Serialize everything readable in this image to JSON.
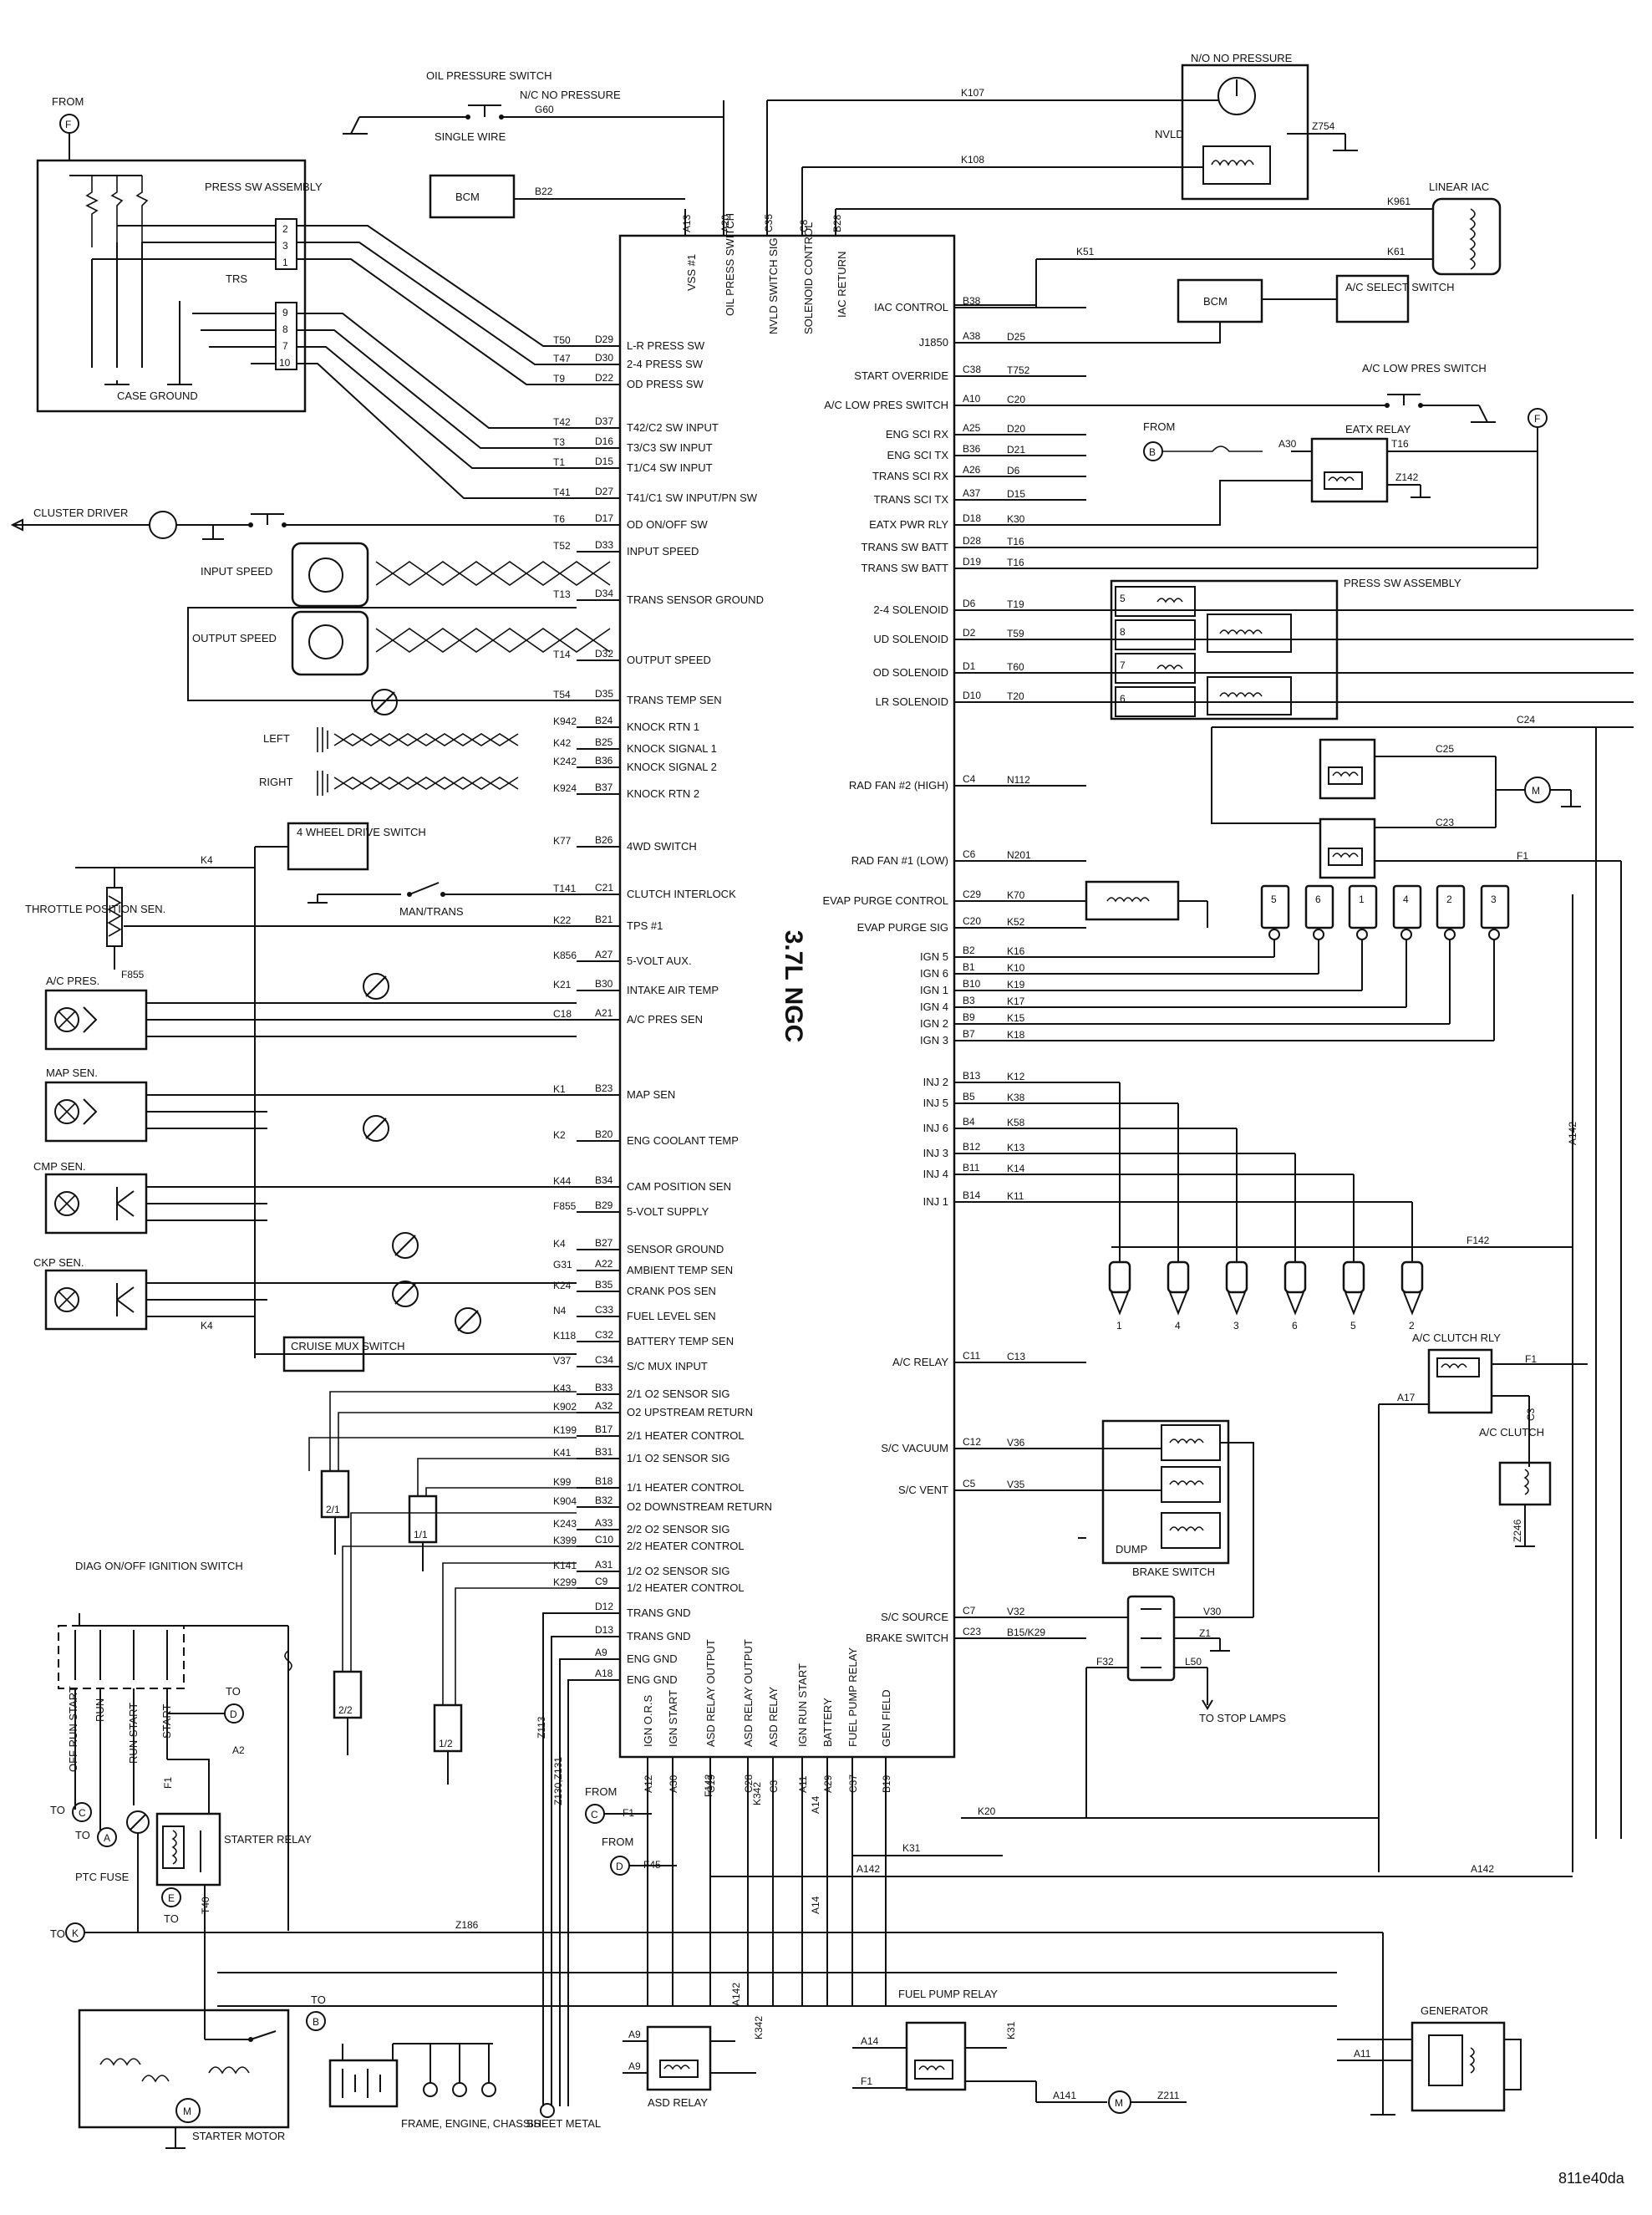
{
  "diagram": {
    "figure_ref": "811e40da",
    "module": "3.7L NGC",
    "top_components": {
      "from_f": "FROM",
      "oil_pressure_switch": "OIL PRESSURE SWITCH",
      "oil_nc_note": "N/C NO PRESSURE",
      "single_wire": "SINGLE WIRE",
      "oil_wire": "G60",
      "bcm": "BCM",
      "bcm_wire": "B22",
      "nvld_title": "N/O NO PRESSURE",
      "nvld": "NVLD",
      "nvld_wire1": "K107",
      "nvld_wire2": "K108",
      "z754": "Z754",
      "linear_iac": "LINEAR IAC",
      "k961": "K961",
      "k61": "K61"
    },
    "top_pins": [
      {
        "pin": "A13",
        "label": "VSS #1"
      },
      {
        "pin": "A20",
        "label": "OIL PRESS SWITCH"
      },
      {
        "pin": "C35",
        "label": "NVLD SWITCH SIG"
      },
      {
        "pin": "C8",
        "label": "SOLENOID CONTROL"
      },
      {
        "pin": "B28",
        "label": "IAC RETURN"
      }
    ],
    "left_box": {
      "press_sw_assembly": "PRESS SW ASSEMBLY",
      "trs": "TRS",
      "case_ground": "CASE GROUND",
      "press_pins": [
        "2",
        "3",
        "1"
      ],
      "trs_pins": [
        "9",
        "8",
        "7",
        "10"
      ]
    },
    "left_pins": [
      {
        "wire": "T50",
        "pin": "D29",
        "label": "L-R PRESS SW"
      },
      {
        "wire": "T47",
        "pin": "D30",
        "label": "2-4 PRESS SW"
      },
      {
        "wire": "T9",
        "pin": "D22",
        "label": "OD PRESS SW"
      },
      {
        "wire": "T42",
        "pin": "D37",
        "label": "T42/C2 SW INPUT"
      },
      {
        "wire": "T3",
        "pin": "D16",
        "label": "T3/C3 SW INPUT"
      },
      {
        "wire": "T1",
        "pin": "D15",
        "label": "T1/C4 SW INPUT"
      },
      {
        "wire": "T41",
        "pin": "D27",
        "label": "T41/C1 SW INPUT/PN SW"
      },
      {
        "wire": "T6",
        "pin": "D17",
        "label": "OD ON/OFF SW"
      },
      {
        "wire": "T52",
        "pin": "D33",
        "label": "INPUT SPEED"
      },
      {
        "wire": "T13",
        "pin": "D34",
        "label": "TRANS SENSOR GROUND"
      },
      {
        "wire": "T14",
        "pin": "D32",
        "label": "OUTPUT SPEED"
      },
      {
        "wire": "T54",
        "pin": "D35",
        "label": "TRANS TEMP SEN"
      },
      {
        "wire": "K942",
        "pin": "B24",
        "label": "KNOCK RTN 1"
      },
      {
        "wire": "K42",
        "pin": "B25",
        "label": "KNOCK SIGNAL 1"
      },
      {
        "wire": "K242",
        "pin": "B36",
        "label": "KNOCK SIGNAL 2"
      },
      {
        "wire": "K924",
        "pin": "B37",
        "label": "KNOCK RTN 2"
      },
      {
        "wire": "K77",
        "pin": "B26",
        "label": "4WD SWITCH"
      },
      {
        "wire": "T141",
        "pin": "C21",
        "label": "CLUTCH INTERLOCK"
      },
      {
        "wire": "K22",
        "pin": "B21",
        "label": "TPS #1"
      },
      {
        "wire": "K856",
        "pin": "A27",
        "label": "5-VOLT AUX."
      },
      {
        "wire": "K21",
        "pin": "B30",
        "label": "INTAKE AIR TEMP"
      },
      {
        "wire": "C18",
        "pin": "A21",
        "label": "A/C PRES SEN"
      },
      {
        "wire": "K1",
        "pin": "B23",
        "label": "MAP SEN"
      },
      {
        "wire": "K2",
        "pin": "B20",
        "label": "ENG COOLANT TEMP"
      },
      {
        "wire": "K44",
        "pin": "B34",
        "label": "CAM POSITION SEN"
      },
      {
        "wire": "F855",
        "pin": "B29",
        "label": "5-VOLT SUPPLY"
      },
      {
        "wire": "K4",
        "pin": "B27",
        "label": "SENSOR GROUND"
      },
      {
        "wire": "G31",
        "pin": "A22",
        "label": "AMBIENT TEMP SEN"
      },
      {
        "wire": "K24",
        "pin": "B35",
        "label": "CRANK POS SEN"
      },
      {
        "wire": "N4",
        "pin": "C33",
        "label": "FUEL LEVEL SEN"
      },
      {
        "wire": "K118",
        "pin": "C32",
        "label": "BATTERY TEMP SEN"
      },
      {
        "wire": "V37",
        "pin": "C34",
        "label": "S/C MUX INPUT"
      },
      {
        "wire": "K43",
        "pin": "B33",
        "label": "2/1 O2 SENSOR SIG"
      },
      {
        "wire": "K902",
        "pin": "A32",
        "label": "O2 UPSTREAM RETURN"
      },
      {
        "wire": "K199",
        "pin": "B17",
        "label": "2/1 HEATER CONTROL"
      },
      {
        "wire": "K41",
        "pin": "B31",
        "label": "1/1 O2 SENSOR SIG"
      },
      {
        "wire": "K99",
        "pin": "B18",
        "label": "1/1 HEATER CONTROL"
      },
      {
        "wire": "K904",
        "pin": "B32",
        "label": "O2 DOWNSTREAM RETURN"
      },
      {
        "wire": "K243",
        "pin": "A33",
        "label": "2/2 O2 SENSOR SIG"
      },
      {
        "wire": "K399",
        "pin": "C10",
        "label": "2/2 HEATER CONTROL"
      },
      {
        "wire": "K141",
        "pin": "A31",
        "label": "1/2 O2 SENSOR SIG"
      },
      {
        "wire": "K299",
        "pin": "C9",
        "label": "1/2 HEATER CONTROL"
      },
      {
        "wire": "",
        "pin": "D12",
        "label": "TRANS GND"
      },
      {
        "wire": "",
        "pin": "D13",
        "label": "TRANS GND"
      },
      {
        "wire": "",
        "pin": "A9",
        "label": "ENG GND"
      },
      {
        "wire": "",
        "pin": "A18",
        "label": "ENG GND"
      }
    ],
    "right_pins": [
      {
        "label": "IAC CONTROL",
        "pin": "B38",
        "wire": ""
      },
      {
        "label": "J1850",
        "pin": "A38",
        "wire": "D25"
      },
      {
        "label": "START OVERRIDE",
        "pin": "C38",
        "wire": "T752"
      },
      {
        "label": "A/C LOW PRES SWITCH",
        "pin": "A10",
        "wire": "C20"
      },
      {
        "label": "ENG SCI RX",
        "pin": "A25",
        "wire": "D20"
      },
      {
        "label": "ENG SCI TX",
        "pin": "B36",
        "wire": "D21"
      },
      {
        "label": "TRANS SCI RX",
        "pin": "A26",
        "wire": "D6"
      },
      {
        "label": "TRANS SCI TX",
        "pin": "A37",
        "wire": "D15"
      },
      {
        "label": "EATX PWR RLY",
        "pin": "D18",
        "wire": "K30"
      },
      {
        "label": "TRANS SW BATT",
        "pin": "D28",
        "wire": "T16"
      },
      {
        "label": "TRANS SW BATT",
        "pin": "D19",
        "wire": "T16"
      },
      {
        "label": "2-4 SOLENOID",
        "pin": "D6",
        "wire": "T19"
      },
      {
        "label": "UD SOLENOID",
        "pin": "D2",
        "wire": "T59"
      },
      {
        "label": "OD SOLENOID",
        "pin": "D1",
        "wire": "T60"
      },
      {
        "label": "LR SOLENOID",
        "pin": "D10",
        "wire": "T20"
      },
      {
        "label": "RAD FAN #2 (HIGH)",
        "pin": "C4",
        "wire": "N112"
      },
      {
        "label": "RAD FAN #1 (LOW)",
        "pin": "C6",
        "wire": "N201"
      },
      {
        "label": "EVAP PURGE CONTROL",
        "pin": "C29",
        "wire": "K70"
      },
      {
        "label": "EVAP PURGE SIG",
        "pin": "C20",
        "wire": "K52"
      },
      {
        "label": "IGN 5",
        "pin": "B2",
        "wire": "K16"
      },
      {
        "label": "IGN 6",
        "pin": "B1",
        "wire": "K10"
      },
      {
        "label": "IGN 1",
        "pin": "B10",
        "wire": "K19"
      },
      {
        "label": "IGN 4",
        "pin": "B3",
        "wire": "K17"
      },
      {
        "label": "IGN 2",
        "pin": "B9",
        "wire": "K15"
      },
      {
        "label": "IGN 3",
        "pin": "B7",
        "wire": "K18"
      },
      {
        "label": "INJ 2",
        "pin": "B13",
        "wire": "K12"
      },
      {
        "label": "INJ 5",
        "pin": "B5",
        "wire": "K38"
      },
      {
        "label": "INJ 6",
        "pin": "B4",
        "wire": "K58"
      },
      {
        "label": "INJ 3",
        "pin": "B12",
        "wire": "K13"
      },
      {
        "label": "INJ 4",
        "pin": "B11",
        "wire": "K14"
      },
      {
        "label": "INJ 1",
        "pin": "B14",
        "wire": "K11"
      },
      {
        "label": "A/C RELAY",
        "pin": "C11",
        "wire": "C13"
      },
      {
        "label": "S/C VACUUM",
        "pin": "C12",
        "wire": "V36"
      },
      {
        "label": "S/C VENT",
        "pin": "C5",
        "wire": "V35"
      },
      {
        "label": "S/C SOURCE",
        "pin": "C7",
        "wire": "V32"
      },
      {
        "label": "BRAKE SWITCH",
        "pin": "C23",
        "wire": "B15/K29"
      }
    ],
    "bottom_pins": [
      {
        "pin": "A12",
        "label": "IGN O.R.S"
      },
      {
        "pin": "A30",
        "label": "IGN START"
      },
      {
        "pin": "C19",
        "label": "ASD RELAY OUTPUT"
      },
      {
        "pin": "C28",
        "label": "ASD RELAY OUTPUT"
      },
      {
        "pin": "C3",
        "label": "ASD RELAY"
      },
      {
        "pin": "A11",
        "label": "IGN RUN START"
      },
      {
        "pin": "A29",
        "label": "BATTERY"
      },
      {
        "pin": "C37",
        "label": "FUEL PUMP RELAY"
      },
      {
        "pin": "B19",
        "label": "GEN FIELD"
      }
    ],
    "right_components": {
      "bcm": "BCM",
      "ac_select": "A/C SELECT SWITCH",
      "k51": "K51",
      "ac_low_pres": "A/C LOW PRES SWITCH",
      "from": "FROM",
      "eatx_relay": "EATX RELAY",
      "a30": "A30",
      "t16": "T16",
      "z142": "Z142",
      "press_sw_assembly": "PRESS SW ASSEMBLY",
      "sol_nums": [
        "5",
        "8",
        "7",
        "6"
      ],
      "c24": "C24",
      "c25": "C25",
      "c23": "C23",
      "f1": "F1",
      "coil_nums": [
        "5",
        "6",
        "1",
        "4",
        "2",
        "3"
      ],
      "inj_nums": [
        "1",
        "4",
        "3",
        "6",
        "5",
        "2"
      ],
      "a142": "A142",
      "f142": "F142",
      "ac_clutch_rly": "A/C CLUTCH RLY",
      "a17": "A17",
      "c3": "C3",
      "ac_clutch": "A/C CLUTCH",
      "z246": "Z246",
      "dump": "DUMP",
      "brake_switch": "BRAKE SWITCH",
      "v30": "V30",
      "z1": "Z1",
      "f32": "F32",
      "l50": "L50",
      "to_stop": "TO STOP LAMPS"
    },
    "left_components": {
      "cluster_driver": "CLUSTER DRIVER",
      "input_speed": "INPUT SPEED",
      "output_speed": "OUTPUT SPEED",
      "left": "LEFT",
      "right": "RIGHT",
      "four_wd": "4 WHEEL DRIVE SWITCH",
      "k4": "K4",
      "throttle": "THROTTLE POSITION SEN.",
      "man_trans": "MAN/TRANS",
      "f855": "F855",
      "ac_pres": "A/C PRES.",
      "map_sen": "MAP SEN.",
      "cmp_sen": "CMP SEN.",
      "ckp_sen": "CKP SEN.",
      "cruise_mux": "CRUISE MUX SWITCH",
      "o2_21": "2/1",
      "o2_11": "1/1",
      "o2_22": "2/2",
      "o2_12": "1/2"
    },
    "bottom_components": {
      "diag": "DIAG ON/OFF IGNITION SWITCH",
      "off_run_start": "OFF RUN START",
      "run": "RUN",
      "run_start": "RUN START",
      "start": "START",
      "to": "TO",
      "from": "FROM",
      "d": "D",
      "c": "C",
      "a": "A",
      "e": "E",
      "k": "K",
      "b": "B",
      "f": "F",
      "a2": "A2",
      "f1": "F1",
      "f45": "F45",
      "starter_relay": "STARTER RELAY",
      "ptc_fuse": "PTC FUSE",
      "t40": "T40",
      "z186": "Z186",
      "z113": "Z113",
      "z130": "Z130,Z131",
      "f142": "F142",
      "k342": "K342",
      "a14": "A14",
      "k20": "K20",
      "k31": "K31",
      "a142": "A142",
      "starter_motor": "STARTER MOTOR",
      "frame": "FRAME, ENGINE, CHASSIS",
      "sheet_metal": "SHEET METAL",
      "a9": "A9",
      "asd_relay": "ASD RELAY",
      "fuel_pump_relay": "FUEL PUMP RELAY",
      "generator": "GENERATOR",
      "a11": "A11",
      "a141": "A141",
      "z211": "Z211"
    }
  }
}
